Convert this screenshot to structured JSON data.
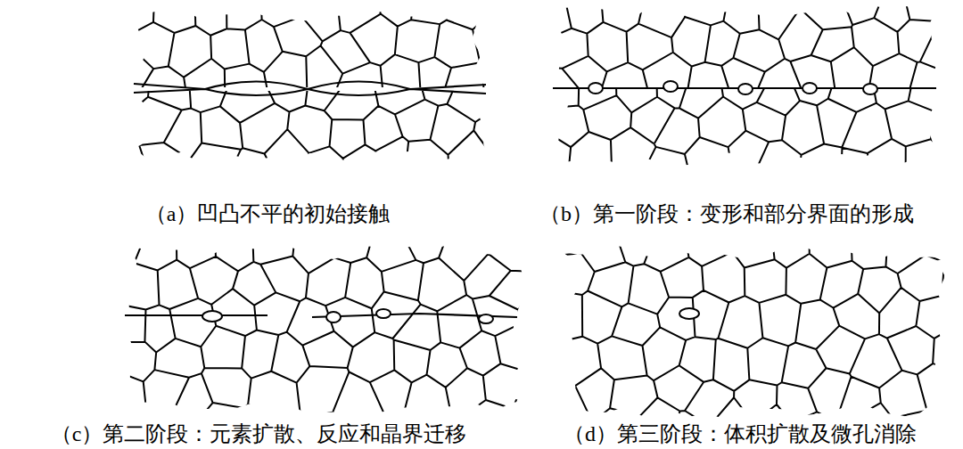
{
  "diagram": {
    "labels": [
      "（a）凹凸不平的初始接触",
      "（b）第一阶段：变形和部分界面的形成",
      "（c）第二阶段：元素扩散、反应和晶界迁移",
      "（d）第三阶段：体积扩散及微孔消除"
    ]
  }
}
